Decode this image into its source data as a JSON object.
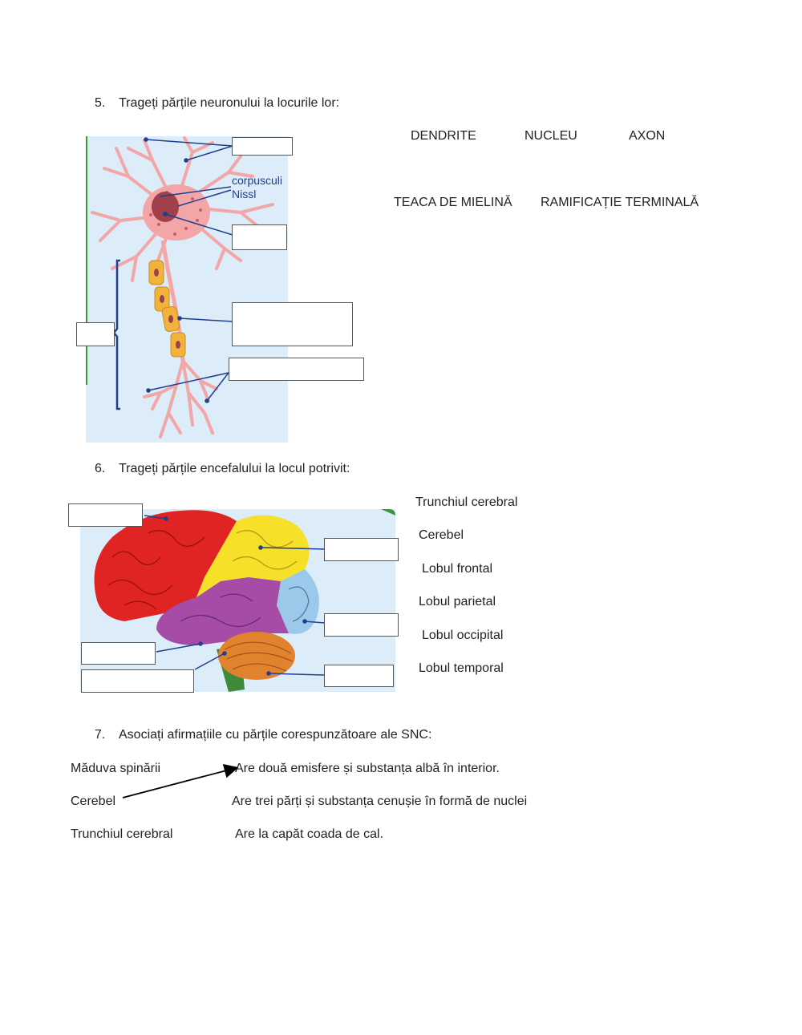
{
  "q5": {
    "number": "5.",
    "text": "Trageți părțile neuronului la locurile lor:",
    "diagram_label": "corpusculi Nissl",
    "diagram_label_line1": "corpusculi",
    "diagram_label_line2": "Nissl",
    "word_bank": [
      "DENDRITE",
      "NUCLEU",
      "AXON",
      "TEACA DE MIELINĂ",
      "RAMIFICAȚIE TERMINALĂ"
    ]
  },
  "q6": {
    "number": "6.",
    "text": "Trageți părțile encefalului la locul potrivit:",
    "word_bank": [
      "Trunchiul cerebral",
      "Cerebel",
      "Lobul frontal",
      "Lobul parietal",
      "Lobul occipital",
      "Lobul temporal"
    ]
  },
  "q7": {
    "number": "7.",
    "text": "Asociați afirmațiile cu părțile corespunzătoare ale SNC:",
    "left": [
      "Măduva spinării",
      "Cerebel",
      "Trunchiul cerebral"
    ],
    "right": [
      "Are două emisfere și substanța albă în interior.",
      "Are trei părți și substanța cenușie în formă de nuclei",
      "Are la capăt coada de cal."
    ]
  },
  "colors": {
    "neuron_bg": "#dcecf8",
    "neuron_body": "#f2a6a8",
    "nucleus": "#a0404a",
    "myelin": "#f0b43c",
    "leader": "#1f3f8f",
    "frontal": "#e02424",
    "parietal": "#f7e02a",
    "temporal": "#a64ca6",
    "occipital": "#9cc8ea",
    "cerebellum": "#e0822e",
    "brainstem": "#3f8a3a"
  }
}
